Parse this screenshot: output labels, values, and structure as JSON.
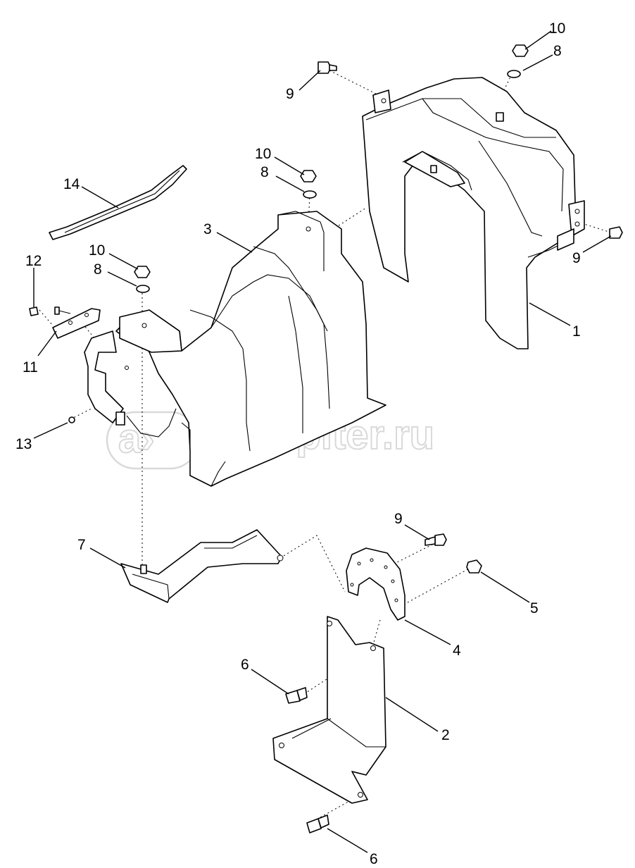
{
  "watermark": {
    "text": "autopiter.ru",
    "logo_glyph": "a›"
  },
  "callouts": [
    {
      "id": "c1",
      "label": "1"
    },
    {
      "id": "c2",
      "label": "2"
    },
    {
      "id": "c3",
      "label": "3"
    },
    {
      "id": "c4",
      "label": "4"
    },
    {
      "id": "c5",
      "label": "5"
    },
    {
      "id": "c6a",
      "label": "6"
    },
    {
      "id": "c6b",
      "label": "6"
    },
    {
      "id": "c7",
      "label": "7"
    },
    {
      "id": "c8a",
      "label": "8"
    },
    {
      "id": "c8b",
      "label": "8"
    },
    {
      "id": "c8c",
      "label": "8"
    },
    {
      "id": "c9a",
      "label": "9"
    },
    {
      "id": "c9b",
      "label": "9"
    },
    {
      "id": "c9c",
      "label": "9"
    },
    {
      "id": "c10a",
      "label": "10"
    },
    {
      "id": "c10b",
      "label": "10"
    },
    {
      "id": "c10c",
      "label": "10"
    },
    {
      "id": "c11",
      "label": "11"
    },
    {
      "id": "c12",
      "label": "12"
    },
    {
      "id": "c13",
      "label": "13"
    },
    {
      "id": "c14",
      "label": "14"
    }
  ]
}
